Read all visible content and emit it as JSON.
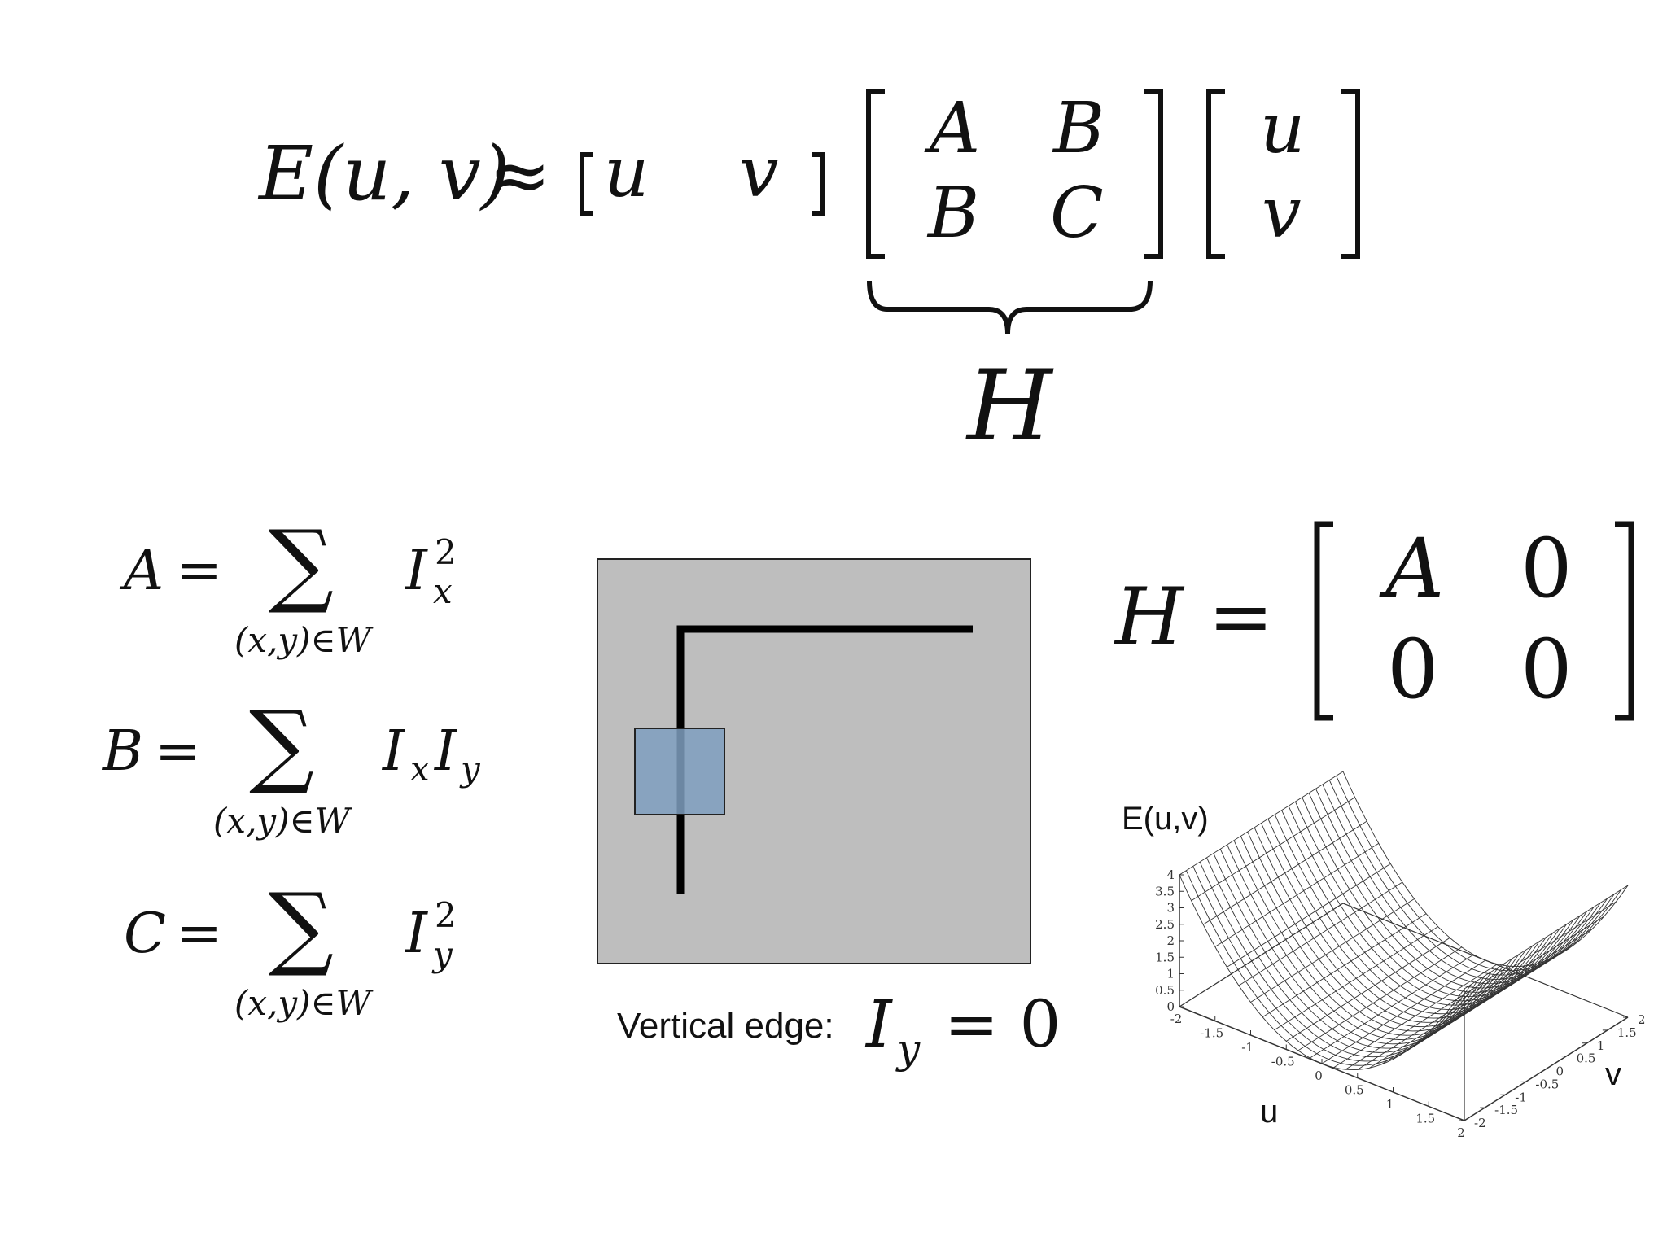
{
  "slide": {
    "colors": {
      "background": "#ffffff",
      "ink": "#111111",
      "panel_gray": "#bebebe",
      "window_blue": "#7f9fbf",
      "surface_ink": "#333333"
    }
  },
  "top_equation": {
    "lhs": "E(u, v)",
    "approx": "≈",
    "row_vector": [
      "u",
      "v"
    ],
    "matrix": [
      [
        "A",
        "B"
      ],
      [
        "B",
        "C"
      ]
    ],
    "column_vector": [
      "u",
      "v"
    ],
    "brace_label": "H"
  },
  "sums": [
    {
      "lhs": "A",
      "eq": "=",
      "sigma": "∑",
      "subscript": "(x,y)∈W",
      "term_base": "I",
      "term_sub": "x",
      "term_sup": "2"
    },
    {
      "lhs": "B",
      "eq": "=",
      "sigma": "∑",
      "subscript": "(x,y)∈W",
      "term_base": "I",
      "term_sub": "x",
      "term_base2": "I",
      "term_sub2": "y"
    },
    {
      "lhs": "C",
      "eq": "=",
      "sigma": "∑",
      "subscript": "(x,y)∈W",
      "term_base": "I",
      "term_sub": "y",
      "term_sup": "2"
    }
  ],
  "edge_diagram": {
    "caption_text": "Vertical edge:",
    "caption_math_base": "I",
    "caption_math_sub": "y",
    "caption_math_rest": "= 0"
  },
  "h_equation": {
    "lhs": "H =",
    "matrix": [
      [
        "A",
        "0"
      ],
      [
        "0",
        "0"
      ]
    ]
  },
  "surface_plot": {
    "zlabel": "E(u,v)",
    "xlabel": "u",
    "ylabel": "v",
    "z_ticks": [
      "4",
      "3.5",
      "3",
      "2.5",
      "2",
      "1.5",
      "1",
      "0.5",
      "0"
    ],
    "u_ticks": [
      "-2",
      "-1.5",
      "-1",
      "-0.5",
      "0",
      "0.5",
      "1",
      "1.5",
      "2"
    ],
    "v_ticks": [
      "-2",
      "-1.5",
      "-1",
      "-0.5",
      "0",
      "0.5",
      "1",
      "1.5",
      "2"
    ]
  }
}
